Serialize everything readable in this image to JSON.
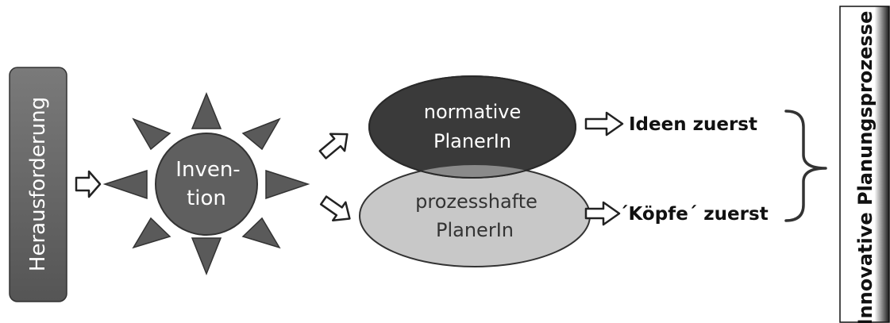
{
  "left_box": {
    "label": "Herausforderung"
  },
  "center": {
    "label_line1": "Inven-",
    "label_line2": "tion"
  },
  "normative": {
    "line1": "normative",
    "line2": "PlanerIn"
  },
  "prozess": {
    "line1": "prozesshafte",
    "line2": "PlanerIn"
  },
  "outcomes": {
    "ideas": "Ideen zuerst",
    "heads": "´Köpfe´ zuerst"
  },
  "right_box": {
    "label": "Innovative Planungsprozesse"
  },
  "colors": {
    "dark": "#3a3a3a",
    "mid": "#5f5f5f",
    "light": "#c8c8c8",
    "overlap": "#8a8a8a",
    "stroke": "#2a2a2a"
  }
}
